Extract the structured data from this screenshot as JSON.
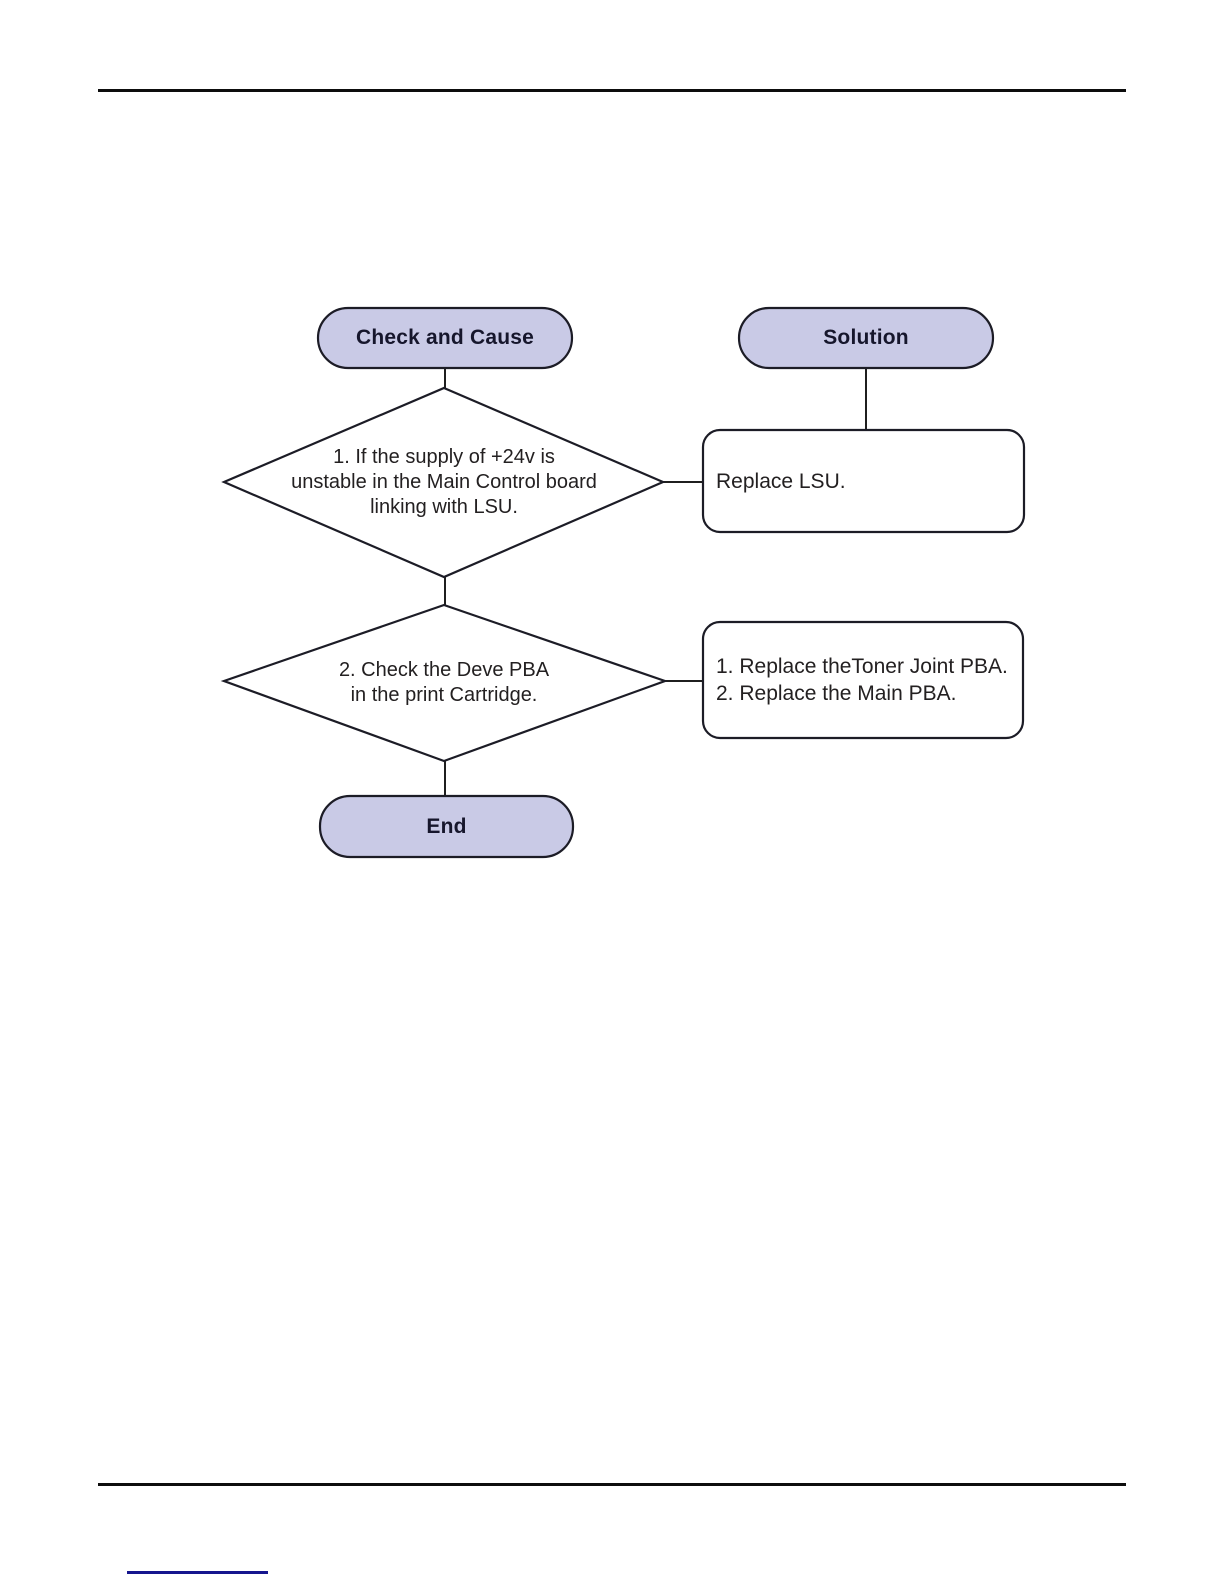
{
  "page": {
    "top_rule_color": "#0d0d0d",
    "bottom_rule_color": "#0d0d0d"
  },
  "flowchart": {
    "colors": {
      "terminator_fill": "#c9cae6",
      "process_fill": "#ffffff",
      "outline": "#1c1c26",
      "connector": "#1f1f1f"
    },
    "nodes": {
      "check_and_cause_header": "Check and Cause",
      "solution_header": "Solution",
      "decision_1": "1. If the supply of +24v is\nunstable in the Main Control board\nlinking with LSU.",
      "solution_1": "Replace LSU.",
      "decision_2": "2. Check the Deve PBA\nin the print Cartridge.",
      "solution_2": "1. Replace theToner Joint PBA.\n2. Replace the Main PBA.",
      "end": "End"
    }
  },
  "footer": {
    "link_underline_color": "#15158e"
  }
}
